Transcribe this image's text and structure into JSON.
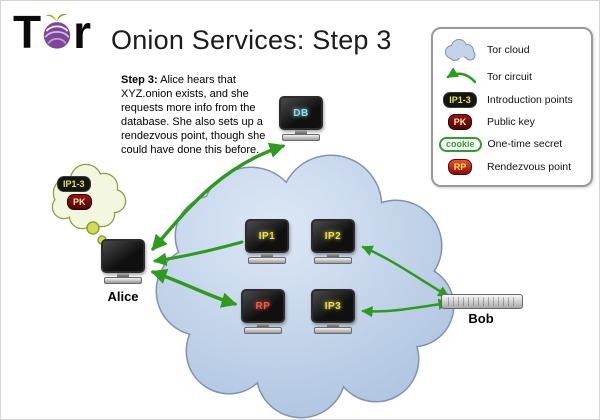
{
  "header": {
    "title": "Onion Services: Step 3",
    "logo": {
      "t": "T",
      "r": "r"
    }
  },
  "step_note": {
    "prefix": "Step 3:",
    "body": " Alice hears that XYZ.onion exists, and she requests more info from the database.  She also sets up a rendezvous point, though she could have done this before."
  },
  "legend": {
    "items": [
      {
        "label": "Tor cloud",
        "icon": "tor-cloud-icon"
      },
      {
        "label": "Tor circuit",
        "icon": "tor-circuit-icon"
      },
      {
        "label": "Introduction points",
        "badge": "IP1-3"
      },
      {
        "label": "Public key",
        "badge": "PK"
      },
      {
        "label": "One-time secret",
        "badge": "cookie"
      },
      {
        "label": "Rendezvous point",
        "badge": "RP"
      }
    ]
  },
  "nodes": {
    "db": {
      "label": "DB"
    },
    "ip1": {
      "label": "IP1"
    },
    "ip2": {
      "label": "IP2"
    },
    "ip3": {
      "label": "IP3"
    },
    "rp": {
      "label": "RP"
    },
    "alice": {
      "label": "Alice"
    },
    "bob": {
      "label": "Bob"
    }
  },
  "thought_bubble": {
    "intro_badge": "IP1-3",
    "key_badge": "PK"
  },
  "colors": {
    "circuit_green": "#2d9c1c",
    "cloud_fill": "#c3d4ea",
    "cloud_stroke": "#7e93b2",
    "intro_badge_bg": "#151515",
    "intro_badge_text": "#e8e24a",
    "public_key_bg": "#7a0b0b",
    "rendezvous_bg": "#c41a0f",
    "cookie_green": "#2da02a",
    "onion_purple": "#7d4698",
    "thought_bubble_fill": "#f3f7e0",
    "thought_bubble_stroke": "#8f9c3c"
  }
}
